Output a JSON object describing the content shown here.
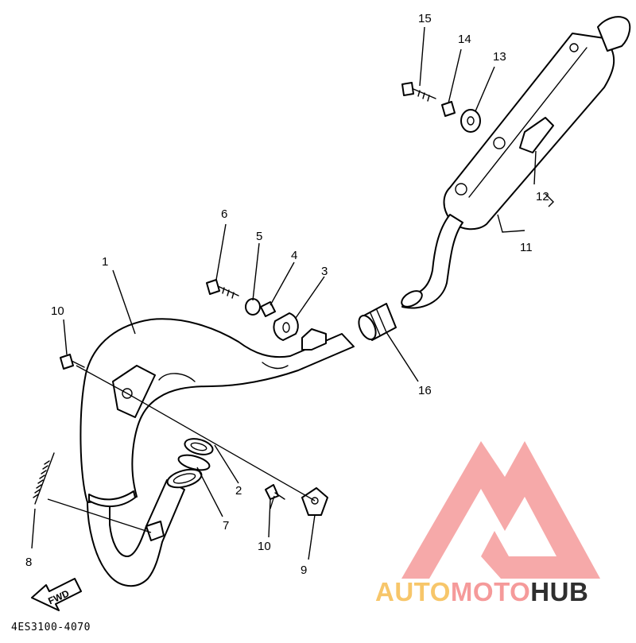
{
  "callouts": {
    "c1": "1",
    "c2": "2",
    "c3": "3",
    "c4": "4",
    "c5": "5",
    "c6": "6",
    "c7": "7",
    "c8": "8",
    "c9": "9",
    "c10a": "10",
    "c10b": "10",
    "c11": "11",
    "c12": "12",
    "c13": "13",
    "c14": "14",
    "c15": "15",
    "c16": "16"
  },
  "fwd_label": "FWD",
  "diagram_code": "4ES3100-4070",
  "watermark": {
    "part1": "AUTO",
    "part2": "MOTO",
    "part3": "HUB",
    "color1": "#f7c66a",
    "color2": "#f59a9a",
    "color3": "#2f2f2f",
    "logo_color": "#f59a9a"
  }
}
